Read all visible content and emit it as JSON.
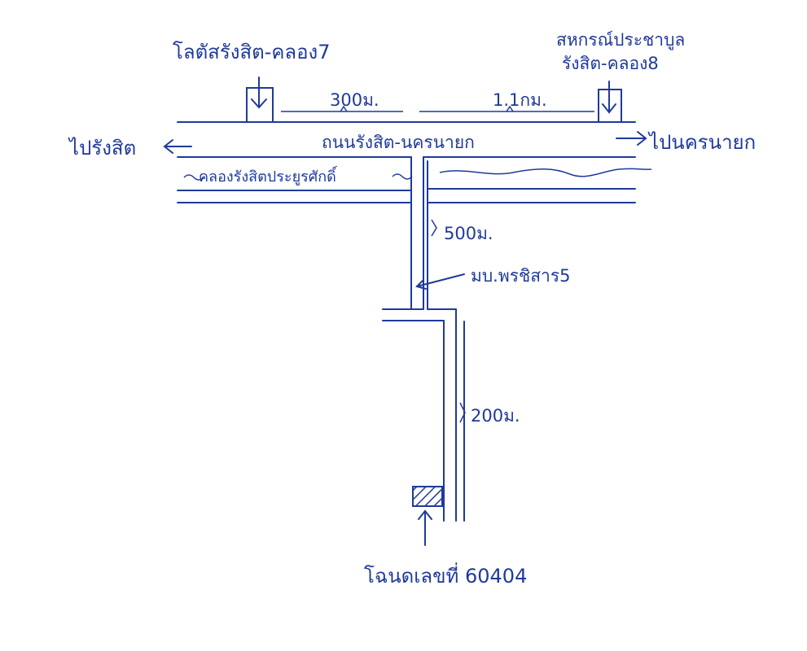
{
  "labels": {
    "lotus": "โลตัสรังสิต-คลอง7",
    "coop_line1": "สหกรณ์ประชาบูล",
    "coop_line2": "รังสิต-คลอง8",
    "dist_300": "300ม.",
    "dist_1_1": "1.1กม.",
    "to_rangsit": "ไปรังสิต",
    "road": "ถนนรังสิต-นครนายก",
    "to_nakhon_nayok": "ไปนครนายก",
    "canal": "คลองรังสิตประยูรศักดิ์",
    "dist_500": "500ม.",
    "village": "มบ.พรชิสาร5",
    "dist_200": "200ม.",
    "plot": "โฉนดเลขที่ 60404"
  },
  "colors": {
    "ink": "#1f3a9a",
    "background": "#ffffff"
  }
}
